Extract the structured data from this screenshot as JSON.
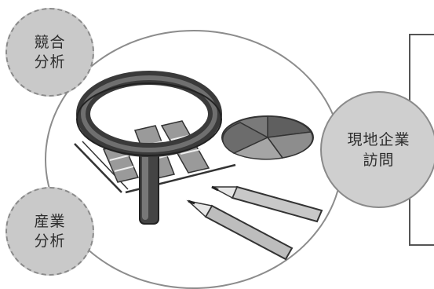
{
  "bubbles": {
    "competitive_analysis": "競合\n分析",
    "industry_analysis": "産業\n分析",
    "site_visit": "現地企業\n訪問"
  }
}
